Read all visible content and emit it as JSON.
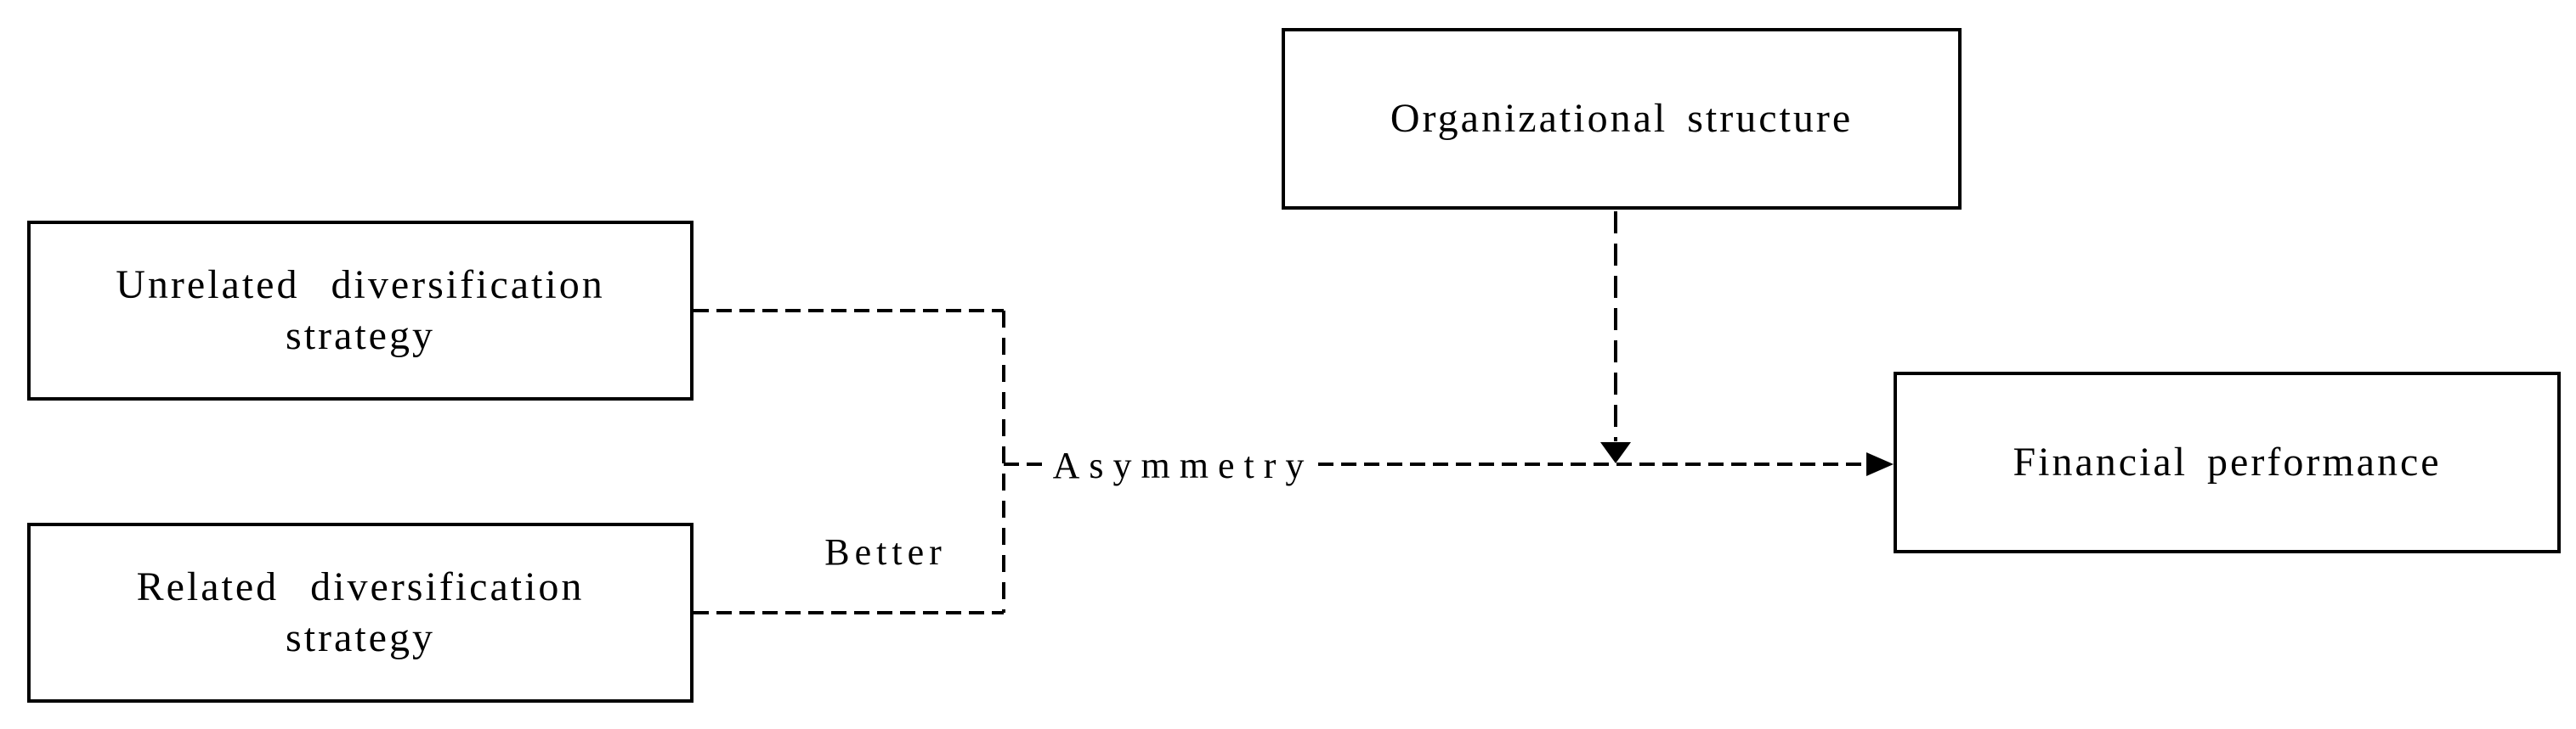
{
  "diagram": {
    "nodes": {
      "unrelated": {
        "label": [
          "Unrelated diversification",
          "strategy"
        ]
      },
      "related": {
        "label": [
          "Related diversification",
          "strategy"
        ]
      },
      "organizational": {
        "label": [
          "Organizational structure"
        ]
      },
      "financial": {
        "label": [
          "Financial performance"
        ]
      }
    },
    "edge_labels": {
      "asymmetry": "Asymmetry",
      "better": "Better"
    },
    "colors": {
      "ink": "#000000",
      "background": "#ffffff",
      "box_fill": "#ffffff"
    }
  }
}
